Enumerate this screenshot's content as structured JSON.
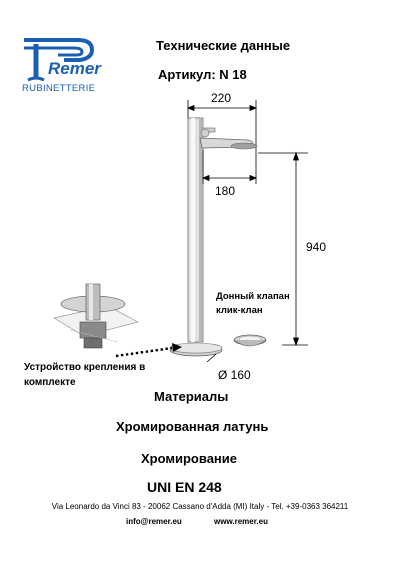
{
  "logo": {
    "brand_text": "Remer",
    "sub_text": "RUBINETTERIE",
    "color": "#1a5fb4"
  },
  "header": {
    "title": "Технические данные",
    "article": "Артикул: N 18"
  },
  "drawing": {
    "dim_width_top": "220",
    "dim_width_spout": "180",
    "dim_height": "940",
    "dim_base": "Ø 160",
    "drain_label_1": "Донный клапан",
    "drain_label_2": "клик-клан",
    "mount_label_1": "Устройство крепления в",
    "mount_label_2": "комплекте"
  },
  "specs": {
    "materials_heading": "Материалы",
    "material": "Хромированная латунь",
    "finish": "Хромирование",
    "standard": "UNI EN 248"
  },
  "footer": {
    "address": "Via Leonardo da Vinci 83 - 20062 Cassano d'Adda (MI) Italy - Tel. +39-0363 364211",
    "email": "info@remer.eu",
    "website": "www.remer.eu"
  }
}
